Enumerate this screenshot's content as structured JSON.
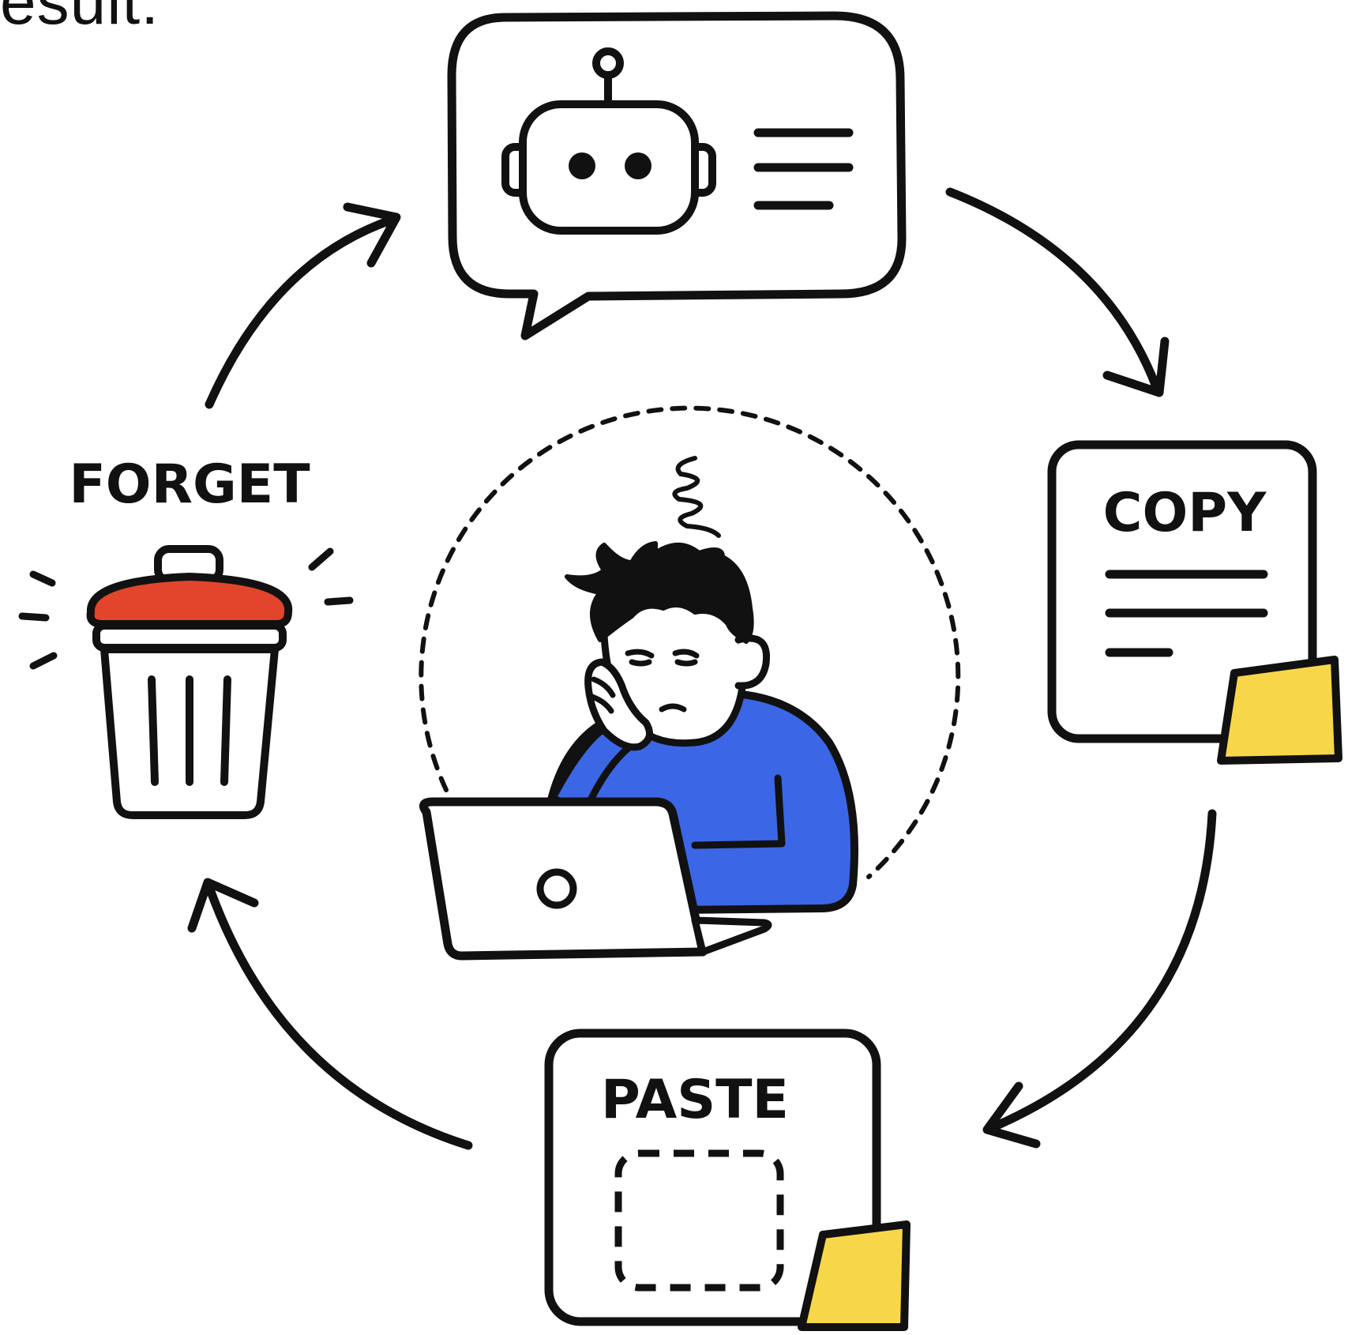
{
  "header_fragment": "esult:",
  "steps": {
    "chat": {
      "icon": "robot-chat-bubble-icon"
    },
    "copy": {
      "label": "COPY",
      "icon": "document-with-sticky-note-icon"
    },
    "paste": {
      "label": "PASTE",
      "icon": "empty-placeholder-with-sticky-note-icon"
    },
    "forget": {
      "label": "FORGET",
      "icon": "trash-can-icon"
    }
  },
  "center": {
    "icon": "tired-person-at-laptop-icon"
  },
  "colors": {
    "ink": "#111111",
    "shirt_blue": "#3b66e6",
    "lid_red": "#e2452b",
    "sticky_yellow": "#f7d749",
    "background": "#ffffff"
  }
}
